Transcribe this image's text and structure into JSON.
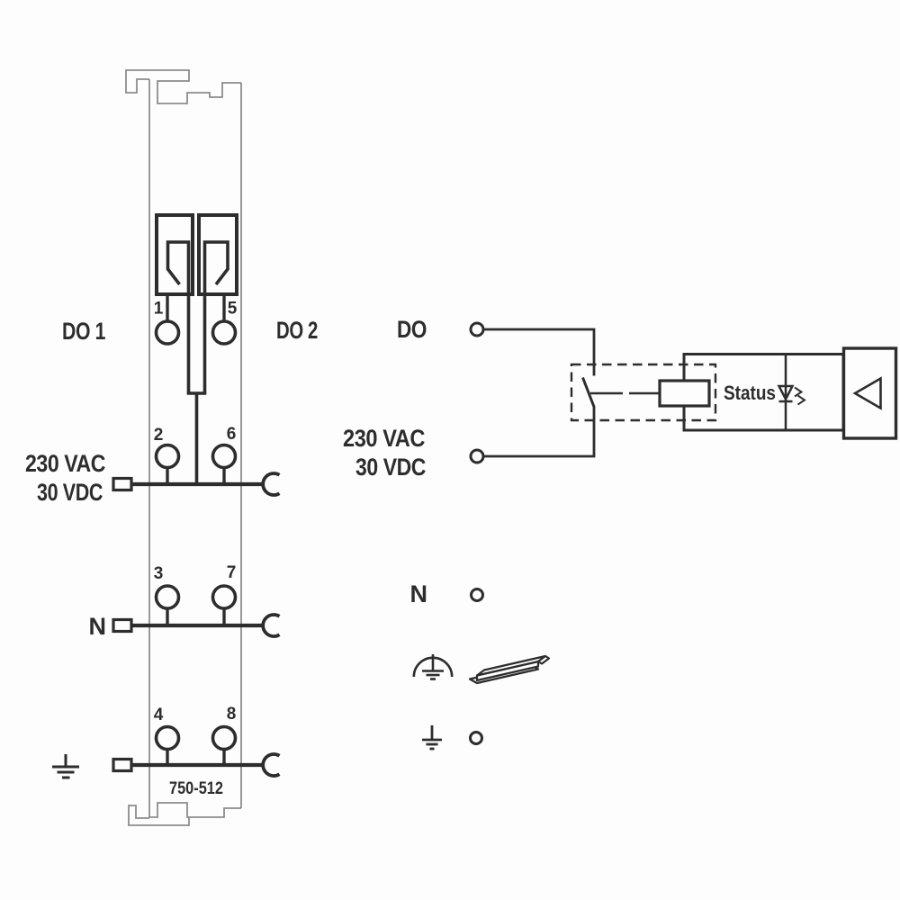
{
  "colors": {
    "ink": "#2d2d2d",
    "housing_outline": "#8c8c8c",
    "background": "#fdfdfd"
  },
  "module": {
    "part_number": "750-512",
    "do1_label": "DO 1",
    "do2_label": "DO 2",
    "supply_label_line1": "230 VAC",
    "supply_label_line2": "30 VDC",
    "neutral_label": "N",
    "terminals": {
      "t1": "1",
      "t2": "2",
      "t3": "3",
      "t4": "4",
      "t5": "5",
      "t6": "6",
      "t7": "7",
      "t8": "8"
    }
  },
  "diagram": {
    "do_label": "DO",
    "supply_label_line1": "230 VAC",
    "supply_label_line2": "30 VDC",
    "neutral_label": "N",
    "status_label": "Status"
  }
}
